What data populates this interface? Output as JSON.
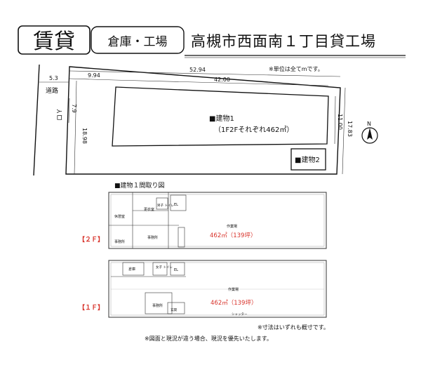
{
  "header": {
    "badge": "賃貸",
    "category": "倉庫・工場",
    "title": "高槻市西面南１丁目貸工場"
  },
  "site_plan": {
    "unit_note": "※単位は全てmです。",
    "dimensions": {
      "road_width": "5.3",
      "west_setback": "9.94",
      "site_length": "52.94",
      "building_length": "42.00",
      "site_depth_left": "18.98",
      "left_partial": "7.9",
      "site_depth_right": "17.83",
      "building_depth": "11.00"
    },
    "road_label": "道路",
    "side_label": "ロＹ",
    "building1_label": "■建物1",
    "building1_area": "（1F2Fそれぞれ462㎡）",
    "building2_label": "■建物2",
    "compass": "N"
  },
  "floor_plan": {
    "section_title": "■建物１間取り図",
    "floor2": {
      "label": "【２Ｆ】",
      "area": "462㎡（139坪）",
      "rooms": {
        "rest": "休憩室",
        "changing": "更衣室",
        "toilet": "男子\nトイレ",
        "el": "EL",
        "office": "事務所",
        "office2": "事務所",
        "work": "作業場"
      }
    },
    "floor1": {
      "label": "【１Ｆ】",
      "area": "462㎡（139坪）",
      "rooms": {
        "storage": "倉庫",
        "toilet": "女子\nトイレ",
        "el": "EL",
        "office": "事務所",
        "entrance": "玄関",
        "work": "作業場",
        "shutter": "シャッター"
      }
    }
  },
  "notes": {
    "dimension_note": "※寸法はいずれも概寸です。",
    "priority_note": "※図面と現況が違う場合、現況を優先いたします。"
  }
}
